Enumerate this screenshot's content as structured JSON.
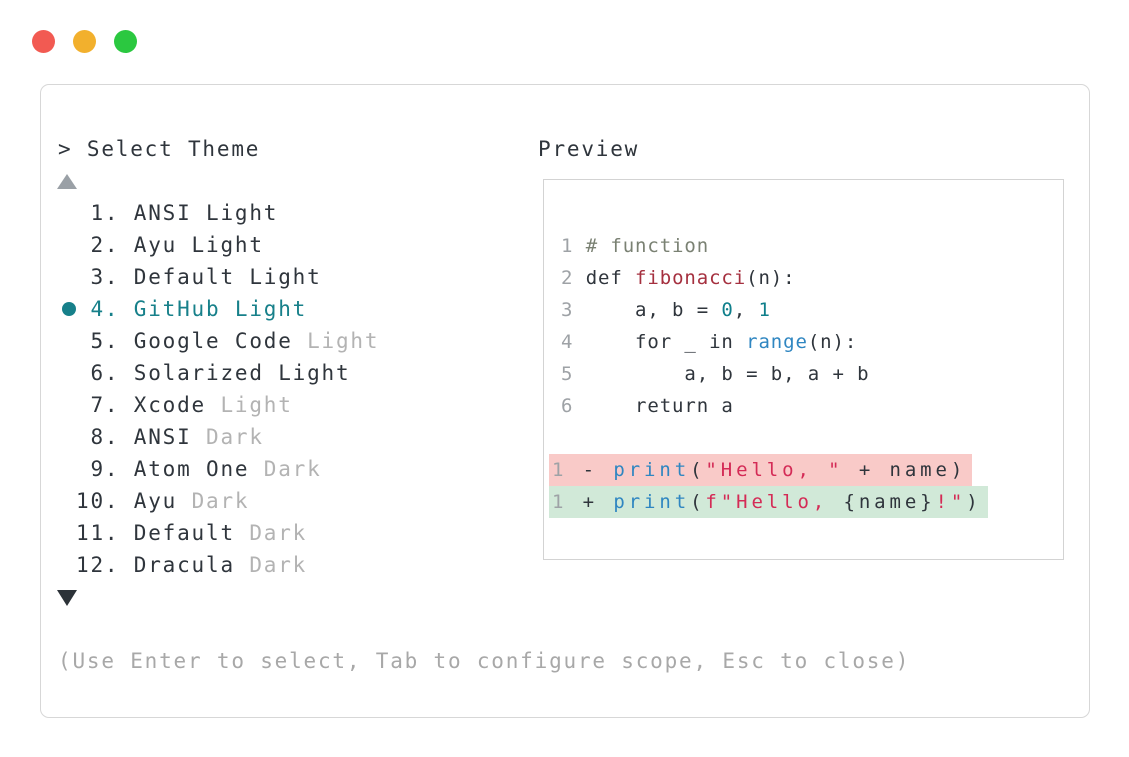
{
  "window": {
    "prompt": "> Select Theme",
    "help": "(Use Enter to select, Tab to configure scope, Esc to close)"
  },
  "preview": {
    "label": "Preview",
    "code_lines": [
      {
        "num": "1",
        "tokens": [
          {
            "t": "# function",
            "c": "cmt"
          }
        ]
      },
      {
        "num": "2",
        "tokens": [
          {
            "t": "def ",
            "c": "txt"
          },
          {
            "t": "fibonacci",
            "c": "fn"
          },
          {
            "t": "(n):",
            "c": "txt"
          }
        ]
      },
      {
        "num": "3",
        "tokens": [
          {
            "t": "    a, b = ",
            "c": "txt"
          },
          {
            "t": "0",
            "c": "num"
          },
          {
            "t": ", ",
            "c": "txt"
          },
          {
            "t": "1",
            "c": "num"
          }
        ]
      },
      {
        "num": "4",
        "tokens": [
          {
            "t": "    for _ in ",
            "c": "txt"
          },
          {
            "t": "range",
            "c": "kwblue"
          },
          {
            "t": "(n):",
            "c": "txt"
          }
        ]
      },
      {
        "num": "5",
        "tokens": [
          {
            "t": "        a, b = b, a + b",
            "c": "txt"
          }
        ]
      },
      {
        "num": "6",
        "tokens": [
          {
            "t": "    return a",
            "c": "txt"
          }
        ]
      }
    ],
    "diff_lines": [
      {
        "num": "1",
        "sign": "-",
        "type": "removed",
        "tokens": [
          {
            "t": "print",
            "c": "kwblue"
          },
          {
            "t": "(",
            "c": "txt"
          },
          {
            "t": "\"Hello, \"",
            "c": "str"
          },
          {
            "t": " + name)",
            "c": "txt"
          }
        ]
      },
      {
        "num": "1",
        "sign": "+",
        "type": "added",
        "tokens": [
          {
            "t": "print",
            "c": "kwblue"
          },
          {
            "t": "(",
            "c": "txt"
          },
          {
            "t": "f\"Hello, ",
            "c": "str"
          },
          {
            "t": "{name}",
            "c": "txt"
          },
          {
            "t": "!\"",
            "c": "str"
          },
          {
            "t": ")",
            "c": "txt"
          }
        ]
      }
    ]
  },
  "theme_list": {
    "items": [
      {
        "num": " 1",
        "main": "ANSI Light",
        "dim": "",
        "selected": false
      },
      {
        "num": " 2",
        "main": "Ayu Light",
        "dim": "",
        "selected": false
      },
      {
        "num": " 3",
        "main": "Default Light",
        "dim": "",
        "selected": false
      },
      {
        "num": " 4",
        "main": "GitHub Light",
        "dim": "",
        "selected": true
      },
      {
        "num": " 5",
        "main": "Google Code",
        "dim": "Light",
        "selected": false
      },
      {
        "num": " 6",
        "main": "Solarized Light",
        "dim": "",
        "selected": false
      },
      {
        "num": " 7",
        "main": "Xcode",
        "dim": "Light",
        "selected": false
      },
      {
        "num": " 8",
        "main": "ANSI",
        "dim": "Dark",
        "selected": false
      },
      {
        "num": " 9",
        "main": "Atom One",
        "dim": "Dark",
        "selected": false
      },
      {
        "num": "10",
        "main": "Ayu",
        "dim": "Dark",
        "selected": false
      },
      {
        "num": "11",
        "main": "Default",
        "dim": "Dark",
        "selected": false
      },
      {
        "num": "12",
        "main": "Dracula",
        "dim": "Dark",
        "selected": false
      }
    ]
  },
  "colors": {
    "text_dark": "#2f353c",
    "text_dim": "#b3b3b3",
    "text_gray_help": "#a8a8a8",
    "line_number": "#9ea2a6",
    "accent_teal": "#17808a",
    "syntax_comment": "#7a8173",
    "syntax_function_red": "#a5303f",
    "syntax_number_teal": "#0f7f8b",
    "syntax_blue": "#2f86c1",
    "syntax_string_red": "#d42b56",
    "diff_removed_bg": "#f9cac8",
    "diff_added_bg": "#d1e9d8",
    "border": "#d7d7d7",
    "traffic_red": "#f25a52",
    "traffic_yellow": "#f2b02d",
    "traffic_green": "#2bc840"
  }
}
